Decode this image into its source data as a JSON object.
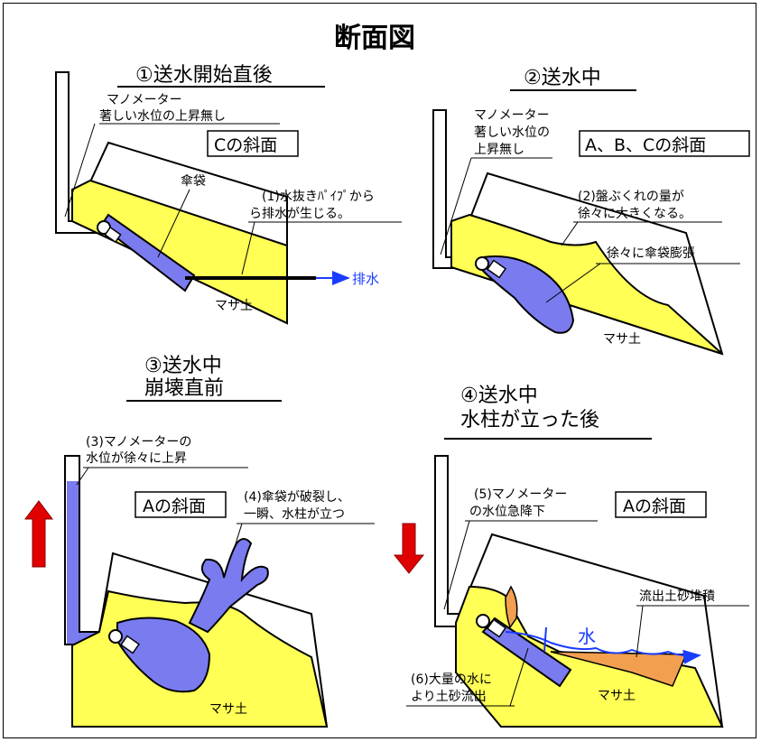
{
  "title": "断面図",
  "colors": {
    "soil": "#ffff55",
    "bag": "#7b7bf0",
    "water_arrow": "#1a3cff",
    "sediment": "#f2a050",
    "red_arrow": "#e00000"
  },
  "panels": [
    {
      "heading": "①送水開始直後",
      "manometer_note": [
        "マノメーター",
        "著しい水位の上昇無し"
      ],
      "slope_label": "Cの斜面",
      "bag_label": "傘袋",
      "annotation": [
        "(1)水抜きﾊﾟｲﾌﾟから",
        "ら排水が生じる。"
      ],
      "drain_label": "排水",
      "soil_label": "マサ土"
    },
    {
      "heading": "②送水中",
      "manometer_note": [
        "マノメーター",
        "著しい水位の",
        "上昇無し"
      ],
      "slope_label": "A、B、Cの斜面",
      "annotation": [
        "(2)盤ぶくれの量が",
        "徐々に大きくなる。"
      ],
      "bag_note": "徐々に傘袋膨張",
      "soil_label": "マサ土"
    },
    {
      "heading": [
        "③送水中",
        "崩壊直前"
      ],
      "manometer_note": [
        "(3)マノメーターの",
        "水位が徐々に上昇"
      ],
      "slope_label": "Aの斜面",
      "annotation": [
        "(4)傘袋が破裂し、",
        "一瞬、水柱が立つ"
      ],
      "soil_label": "マサ土"
    },
    {
      "heading": [
        "④送水中",
        "水柱が立った後"
      ],
      "manometer_note": [
        "(5)マノメーター",
        "の水位急降下"
      ],
      "slope_label": "Aの斜面",
      "sediment_label": "流出土砂堆積",
      "water_label": "水",
      "annotation": [
        "(6)大量の水に",
        "より土砂流出"
      ],
      "soil_label": "マサ土"
    }
  ]
}
